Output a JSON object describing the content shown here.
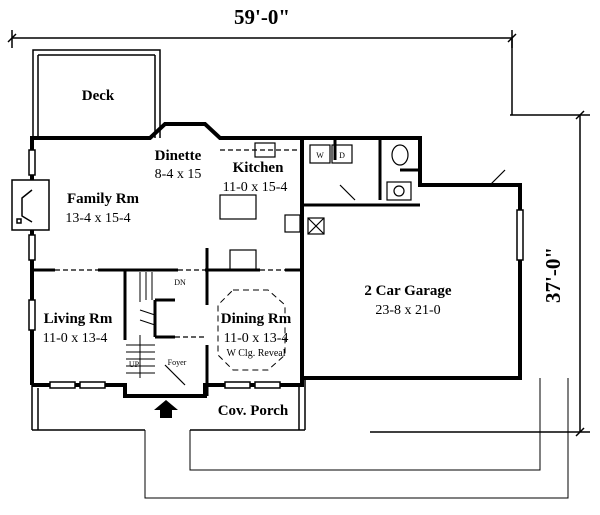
{
  "dimensions": {
    "width": "59'-0\"",
    "depth": "37'-0\""
  },
  "rooms": {
    "deck": {
      "name": "Deck"
    },
    "dinette": {
      "name": "Dinette",
      "size": "8-4 x 15"
    },
    "kitchen": {
      "name": "Kitchen",
      "size": "11-0 x 15-4"
    },
    "family": {
      "name": "Family Rm",
      "size": "13-4 x 15-4"
    },
    "living": {
      "name": "Living Rm",
      "size": "11-0 x 13-4"
    },
    "dining": {
      "name": "Dining Rm",
      "size": "11-0 x 13-4",
      "note": "W Clg. Reveal"
    },
    "garage": {
      "name": "2 Car Garage",
      "size": "23-8 x 21-0"
    },
    "porch": {
      "name": "Cov. Porch"
    },
    "foyer": {
      "name": "Foyer"
    }
  },
  "labels": {
    "washer": "W",
    "dryer": "D",
    "stairs_up": "UP",
    "stairs_down": "DN"
  }
}
